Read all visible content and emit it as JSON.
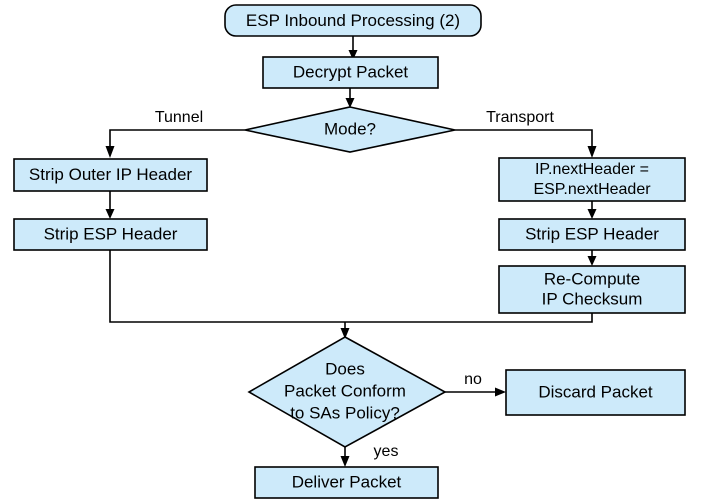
{
  "diagram": {
    "title": "ESP Inbound Processing (2)",
    "type": "flowchart",
    "colors": {
      "node_fill": "#cdeafa",
      "stroke": "#000000",
      "background": "#ffffff",
      "text": "#000000"
    },
    "nodes": [
      {
        "id": "start",
        "shape": "rounded-rect",
        "label": "ESP Inbound Processing (2)"
      },
      {
        "id": "decrypt",
        "shape": "rect",
        "label": "Decrypt Packet"
      },
      {
        "id": "mode",
        "shape": "diamond",
        "label": "Mode?"
      },
      {
        "id": "strip_outer_ip",
        "shape": "rect",
        "label": "Strip Outer IP Header"
      },
      {
        "id": "strip_esp_left",
        "shape": "rect",
        "label": "Strip ESP Header"
      },
      {
        "id": "next_header",
        "shape": "rect",
        "label_line1": "IP.nextHeader =",
        "label_line2": "ESP.nextHeader"
      },
      {
        "id": "strip_esp_right",
        "shape": "rect",
        "label": "Strip ESP Header"
      },
      {
        "id": "recompute",
        "shape": "rect",
        "label_line1": "Re-Compute",
        "label_line2": "IP Checksum"
      },
      {
        "id": "conform",
        "shape": "diamond",
        "label_line1": "Does",
        "label_line2": "Packet Conform",
        "label_line3": "to SAs Policy?"
      },
      {
        "id": "discard",
        "shape": "rect",
        "label": "Discard Packet"
      },
      {
        "id": "deliver",
        "shape": "rect",
        "label": "Deliver Packet"
      }
    ],
    "edge_labels": {
      "tunnel": "Tunnel",
      "transport": "Transport",
      "no": "no",
      "yes": "yes"
    }
  }
}
